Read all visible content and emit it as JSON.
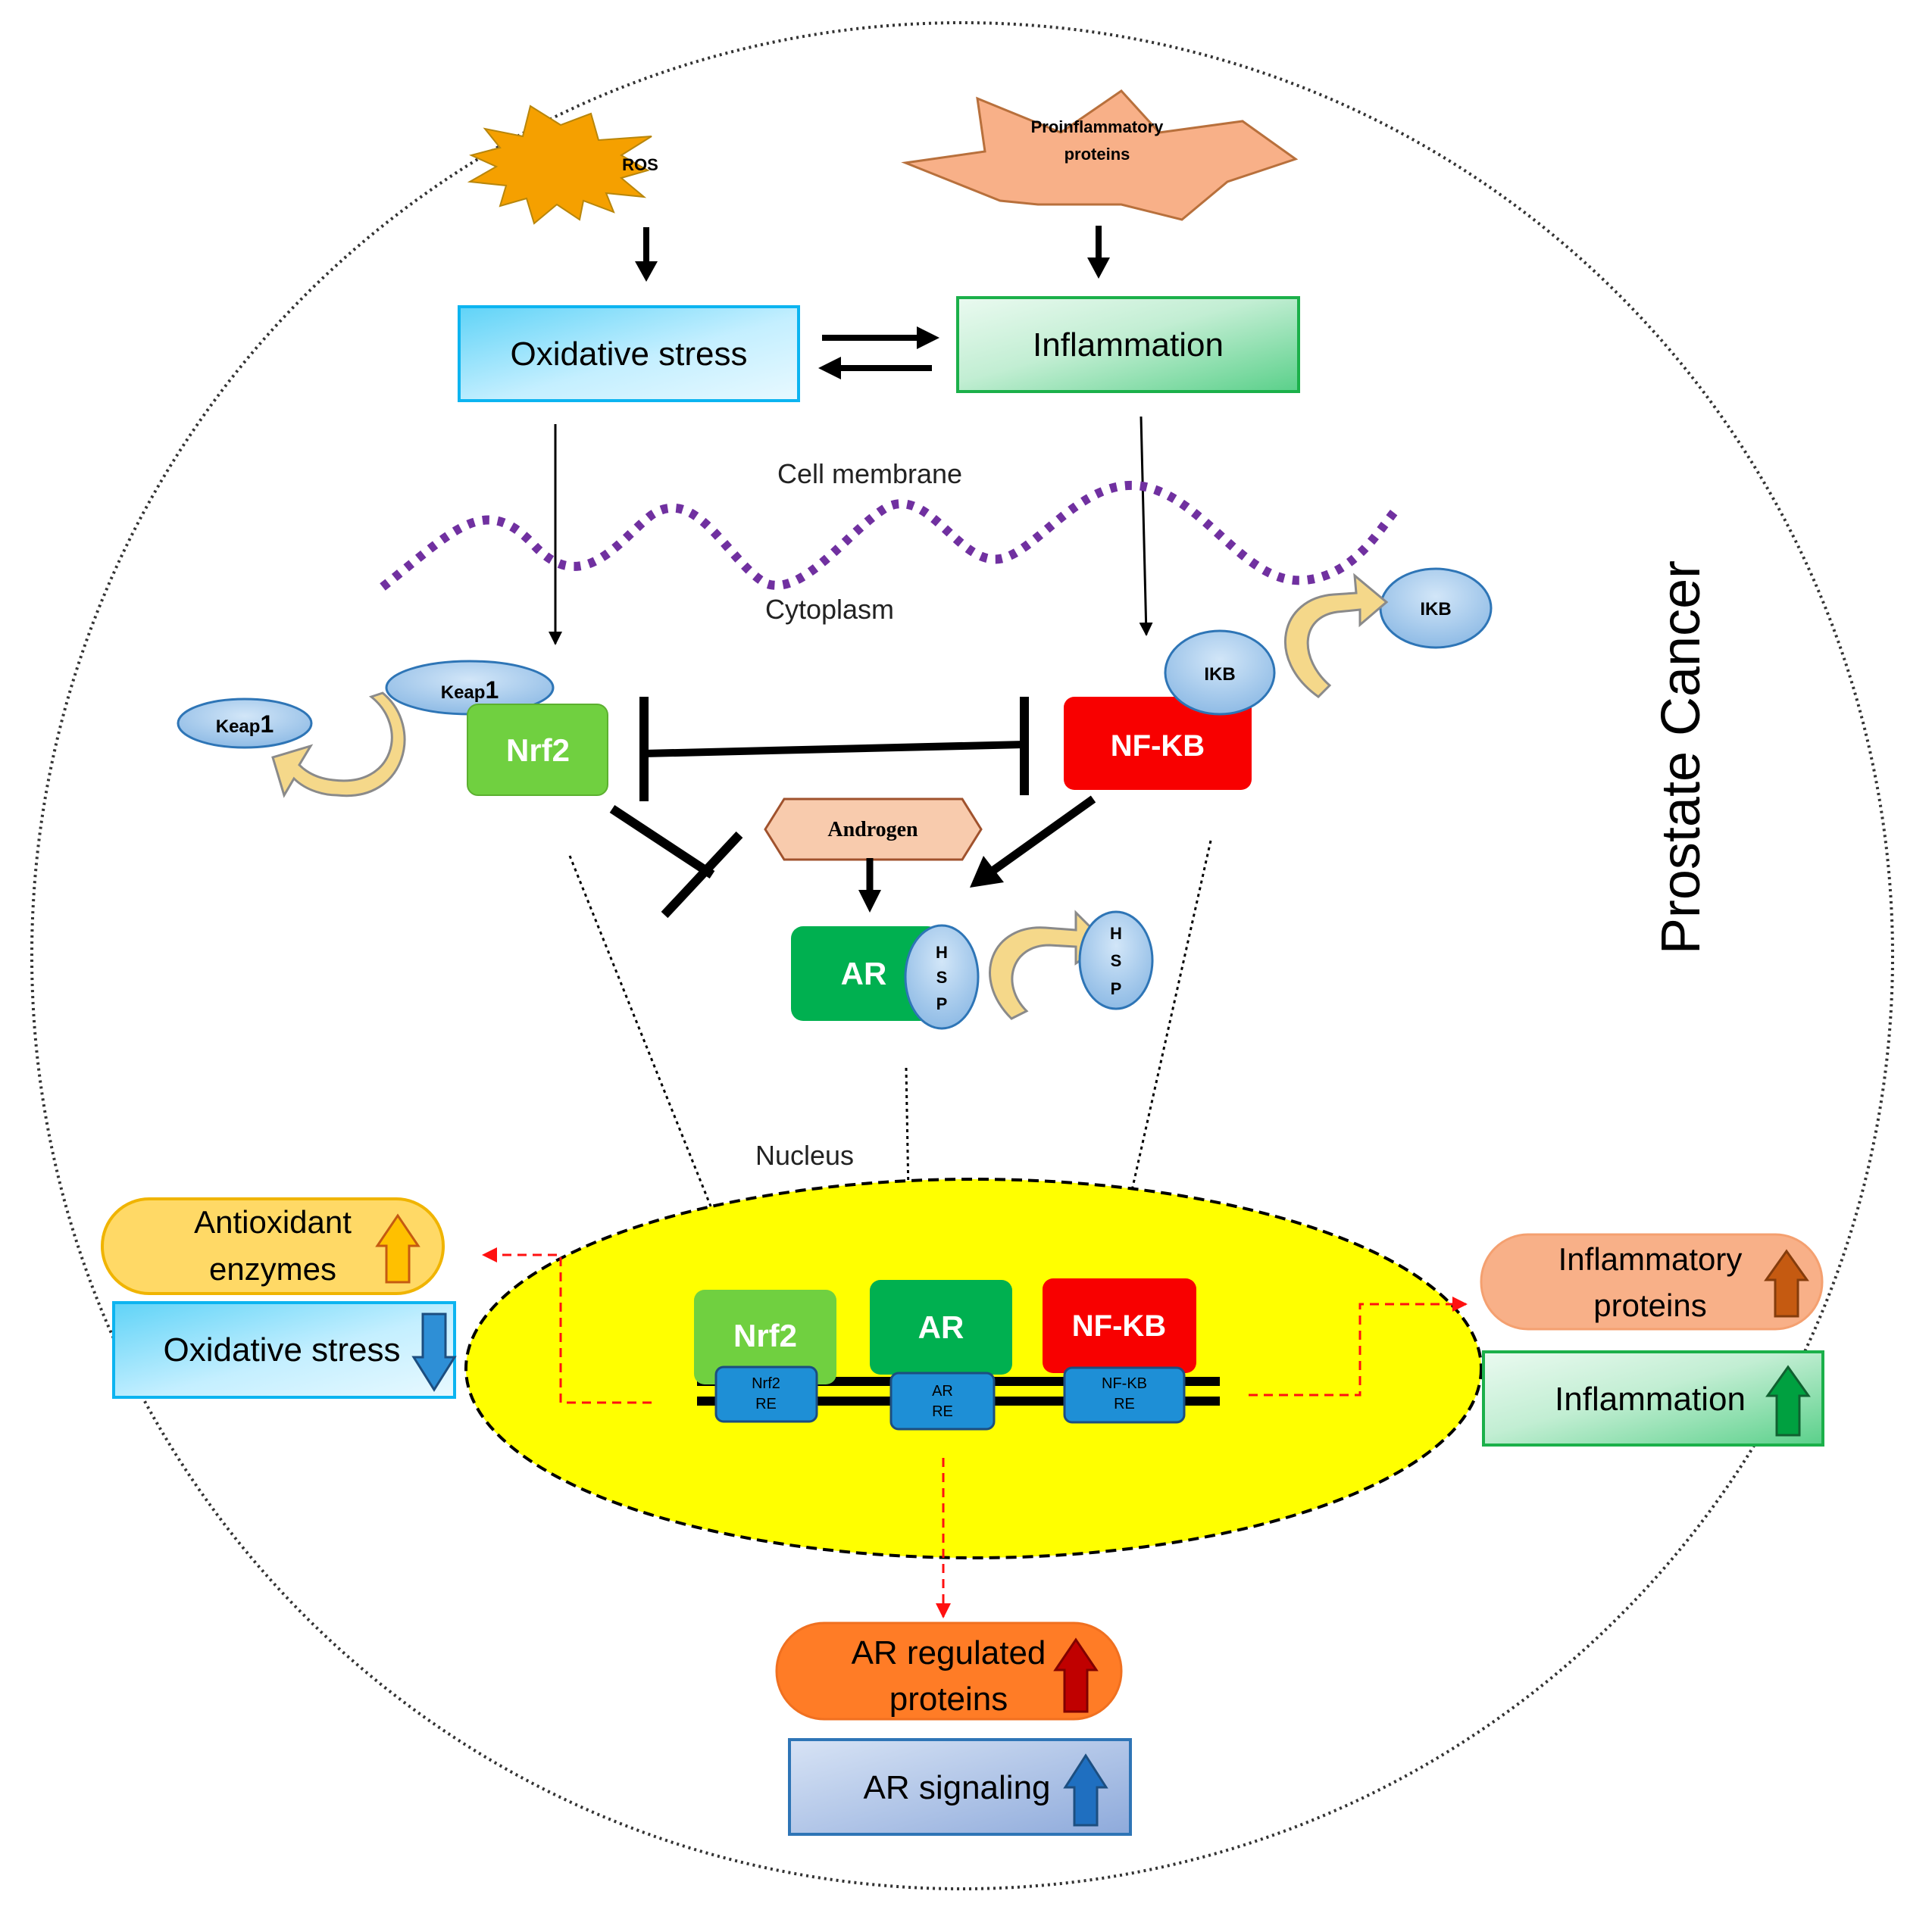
{
  "stimuli": {
    "ros": "ROS",
    "proinflammatory_line1": "Proinflammatory",
    "proinflammatory_line2": "proteins"
  },
  "boxes": {
    "oxidative_stress": "Oxidative stress",
    "inflammation": "Inflammation"
  },
  "compartments": {
    "cell_membrane": "Cell membrane",
    "cytoplasm": "Cytoplasm",
    "nucleus": "Nucleus",
    "cell_label": "Prostate Cancer"
  },
  "proteins": {
    "keap1_prefix": "Keap",
    "keap1_suffix": "1",
    "nrf2": "Nrf2",
    "nfkb": "NF-KB",
    "ikb": "IKB",
    "androgen": "Androgen",
    "ar": "AR",
    "hsp_h": "H",
    "hsp_s": "S",
    "hsp_p": "P"
  },
  "response_elements": {
    "nrf2_re_line1": "Nrf2",
    "ar_re_line1": "AR",
    "nfkb_re_line1": "NF-KB",
    "re": "RE"
  },
  "outcomes": {
    "antioxidant_line1": "Antioxidant",
    "antioxidant_line2": "enzymes",
    "oxidative_stress": "Oxidative stress",
    "inflammatory_line1": "Inflammatory",
    "inflammatory_line2": "proteins",
    "inflammation": "Inflammation",
    "ar_regulated_line1": "AR regulated",
    "ar_regulated_line2": "proteins",
    "ar_signaling": "AR signaling"
  },
  "colors": {
    "ros": "#f5a000",
    "proinflammatory": "#f8b088",
    "oxidative_box": "#a8e6fa",
    "inflammation_box": "#a8e6c4",
    "nrf2": "#70d040",
    "nfkb": "#f80000",
    "ar": "#00b050",
    "nucleus": "#ffff00",
    "membrane": "#7030a0",
    "ellipse_protein": "#9dc3e6",
    "antioxidant": "#ffd966",
    "inflammatory_proteins": "#f8b088",
    "ar_regulated": "#ff7c26",
    "ar_signaling": "#b4c7e7"
  }
}
